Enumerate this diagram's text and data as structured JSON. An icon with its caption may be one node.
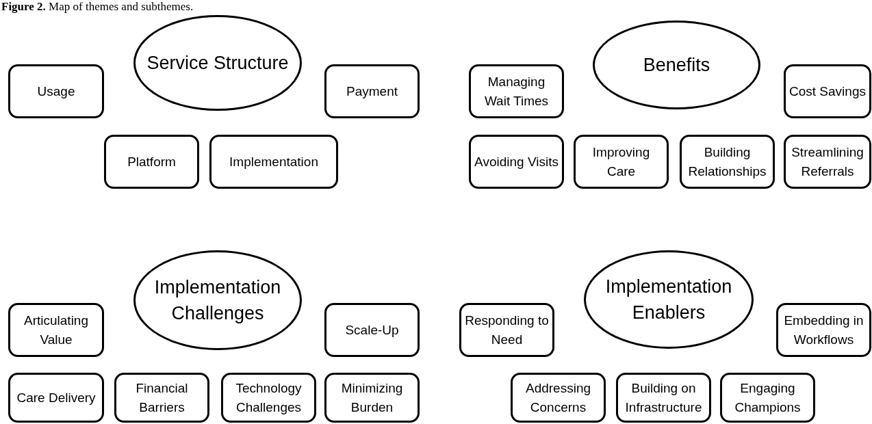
{
  "diagram": {
    "title": "**Figure 2.** Map of themes and subthemes.",
    "nodes": [
      {
        "text": [
          "Service Structure"
        ]
      },
      {
        "text": [
          "Usage"
        ]
      },
      {
        "text": [
          "Payment"
        ]
      },
      {
        "text": [
          "Platform"
        ]
      },
      {
        "text": [
          "Implementation"
        ]
      },
      {
        "text": [
          "Benefits"
        ]
      },
      {
        "text": [
          "Managing Wait Times"
        ]
      },
      {
        "text": [
          "Cost Savings"
        ]
      },
      {
        "text": [
          "Avoiding Visits"
        ]
      },
      {
        "text": [
          "Improving Care"
        ]
      },
      {
        "text": [
          "Building Relationships"
        ]
      },
      {
        "text": [
          "Streamlining Referrals"
        ]
      },
      {
        "text": [
          "Implementation Challenges"
        ]
      },
      {
        "text": [
          "Articulating Value"
        ]
      },
      {
        "text": [
          "Scale-Up"
        ]
      },
      {
        "text": [
          "Care Delivery"
        ]
      },
      {
        "text": [
          "Financial Barriers"
        ]
      },
      {
        "text": [
          "Technology Challenges"
        ]
      },
      {
        "text": [
          "Minimizing Burden"
        ]
      },
      {
        "text": [
          "Implementation Enablers"
        ]
      },
      {
        "text": [
          "Responding to Need"
        ]
      },
      {
        "text": [
          "Embedding in Workflows"
        ]
      },
      {
        "text": [
          "Addressing Concerns"
        ]
      },
      {
        "text": [
          "Building on Infrastructure"
        ]
      },
      {
        "text": [
          "Engaging Champions"
        ]
      }
    ]
  }
}
